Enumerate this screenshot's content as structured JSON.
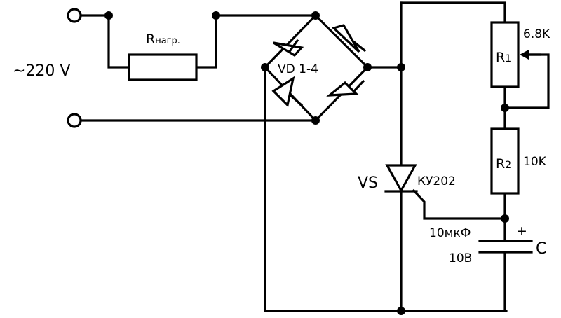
{
  "labels": {
    "source": "~220 V",
    "load_main": "R",
    "load_sub": "нагр.",
    "bridge": "VD 1-4",
    "r1_main": "R",
    "r1_sub": "1",
    "r1_value": "6.8K",
    "r2_main": "R",
    "r2_sub": "2",
    "r2_value": "10K",
    "thyristor": "VS",
    "thyristor_model": "КУ202",
    "cap_value": "10мкФ",
    "cap_voltage": "10В",
    "cap_polarity": "+",
    "cap_name": "C"
  }
}
